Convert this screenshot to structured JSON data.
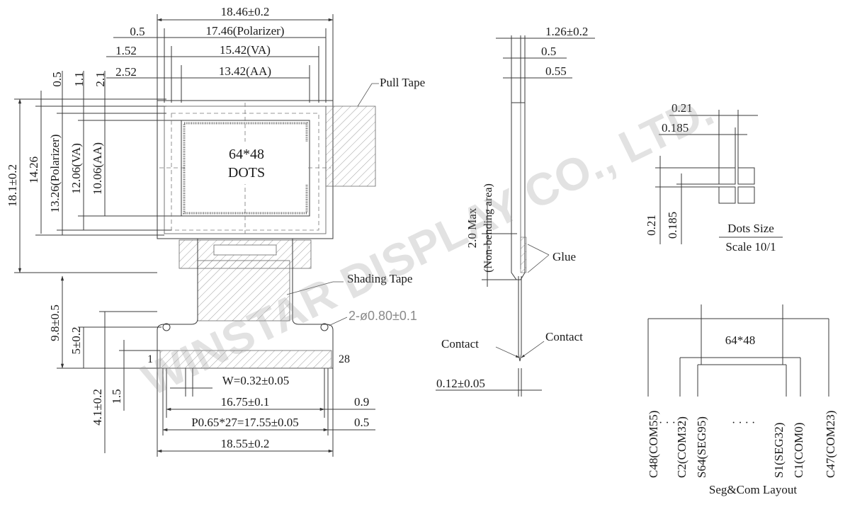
{
  "front_view": {
    "dimensions": {
      "outline_width": "18.46±0.2",
      "polarizer_margin": "0.5",
      "polarizer_width": "17.46(Polarizer)",
      "va_margin": "1.52",
      "va_width": "15.42(VA)",
      "aa_margin": "2.52",
      "aa_width": "13.42(AA)",
      "top_margin_1": "0.5",
      "top_margin_2": "1.1",
      "top_margin_3": "2.1",
      "outline_height": "18.1±0.2",
      "glass_height": "14.26",
      "polarizer_height": "13.26(Polarizer)",
      "va_height": "12.06(VA)",
      "aa_height": "10.06(AA)",
      "tail_height": "9.8±0.5",
      "hole_to_bottom": "5±0.2",
      "pin_height": "4.1±0.2",
      "pin_margin": "1.5",
      "pin_width": "W=0.32±0.05",
      "pin_span": "16.75±0.1",
      "pin_pitch": "P0.65*27=17.55±0.05",
      "fpc_width": "18.55±0.2",
      "right_margin_1": "0.9",
      "right_margin_2": "0.5",
      "holes": "2-ø0.80±0.1"
    },
    "display_text_1": "64*48",
    "display_text_2": "DOTS",
    "pin_first": "1",
    "pin_last": "28",
    "pull_tape_label": "Pull Tape",
    "shading_tape_label": "Shading Tape"
  },
  "side_view": {
    "thickness": "1.26±0.2",
    "layer_1": "0.5",
    "layer_2": "0.55",
    "bend_label_1": "2.0 Max",
    "bend_label_2": "(Non-bending area)",
    "glue_label": "Glue",
    "contact_left": "Contact",
    "contact_right": "Contact",
    "fpc_thickness": "0.12±0.05"
  },
  "dots_size": {
    "width_total": "0.21",
    "width_dot": "0.185",
    "height_total": "0.21",
    "height_dot": "0.185",
    "title": "Dots Size",
    "scale": "Scale 10/1"
  },
  "seg_com": {
    "matrix_label": "64*48",
    "pins": [
      "C48(COM55)",
      "C2(COM32)",
      "S64(SEG95)",
      "S1(SEG32)",
      "C1(COM0)",
      "C47(COM23)"
    ],
    "ellipsis": "· · · ·",
    "title": "Seg&Com Layout"
  },
  "watermark": "WINSTAR DISPLAY CO., LTD."
}
